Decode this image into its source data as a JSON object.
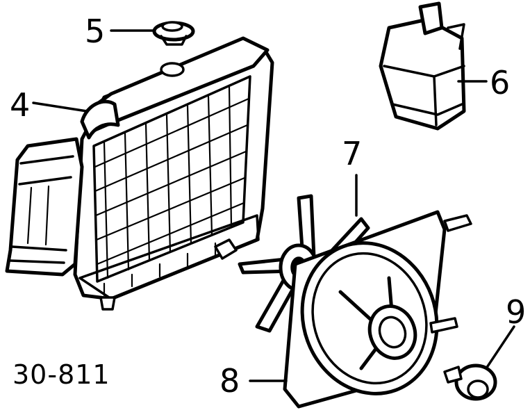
{
  "callouts": {
    "c4": "4",
    "c5": "5",
    "c6": "6",
    "c7": "7",
    "c8": "8",
    "c9": "9"
  },
  "diagram_code": "30-811",
  "ink_color": "#000000",
  "paper_color": "#ffffff"
}
